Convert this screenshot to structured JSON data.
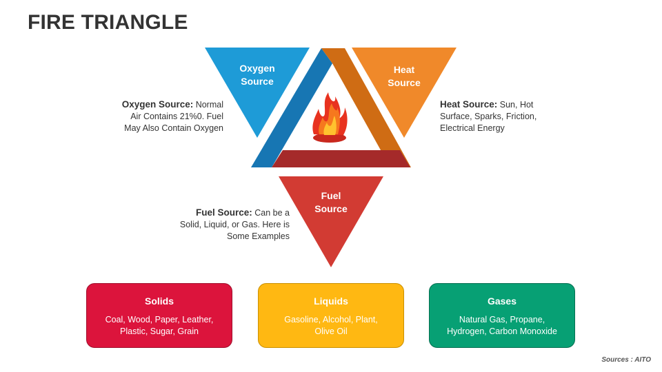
{
  "title": "FIRE TRIANGLE",
  "triangles": {
    "oxygen": {
      "line1": "Oxygen",
      "line2": "Source",
      "color": "#1E9BD7"
    },
    "heat": {
      "line1": "Heat",
      "line2": "Source",
      "color": "#F0892A"
    },
    "fuel": {
      "line1": "Fuel",
      "line2": "Source",
      "color": "#D23B33"
    }
  },
  "descriptions": {
    "oxygen": {
      "heading": "Oxygen Source:",
      "text1": " Normal",
      "text2": "Air Contains 21%0. Fuel",
      "text3": "May Also Contain Oxygen"
    },
    "heat": {
      "heading": "Heat Source:",
      "text1": " Sun, Hot",
      "text2": "Surface, Sparks, Friction,",
      "text3": "Electrical Energy"
    },
    "fuel": {
      "heading": "Fuel Source:",
      "text1": " Can be a",
      "text2": "Solid, Liquid, or Gas. Here is",
      "text3": "Some Examples"
    }
  },
  "boxes": [
    {
      "title": "Solids",
      "line1": "Coal, Wood, Paper, Leather,",
      "line2": "Plastic, Sugar, Grain",
      "color": "#DC143C"
    },
    {
      "title": "Liquids",
      "line1": "Gasoline, Alcohol, Plant,",
      "line2": "Olive Oil",
      "color": "#FFB812"
    },
    {
      "title": "Gases",
      "line1": "Natural Gas, Propane,",
      "line2": "Hydrogen, Carbon Monoxide",
      "color": "#07A074"
    }
  ],
  "source_note": "Sources : AITO",
  "icons": [
    "fire-icon"
  ]
}
